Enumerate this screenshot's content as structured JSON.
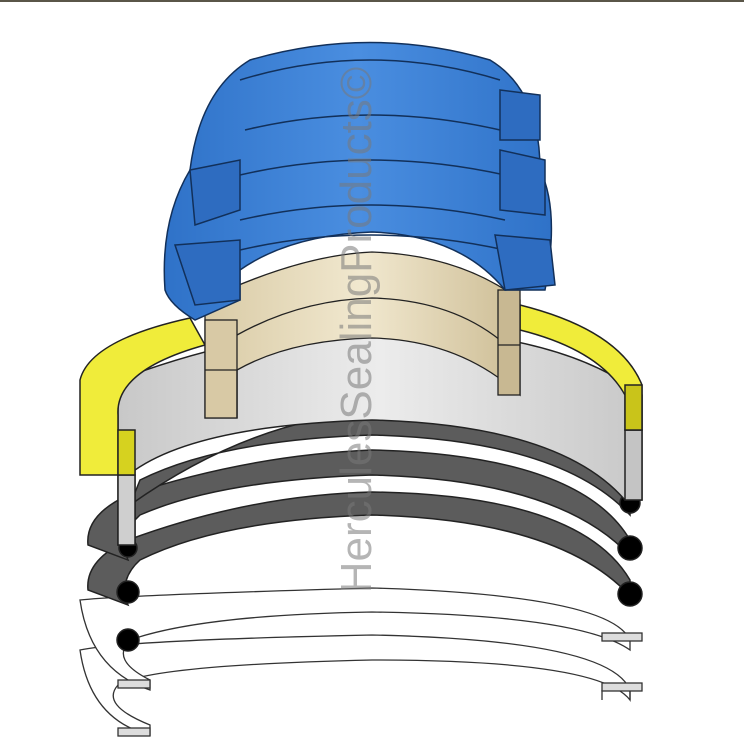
{
  "image": {
    "subject": "exploded seal assembly illustration",
    "watermark": "HerculesSealingProducts©",
    "components": [
      {
        "name": "blue-u-cup-seal-stack",
        "color": "#3a7fd5"
      },
      {
        "name": "tan-wear-ring-bushing",
        "color": "#e8dcc0"
      },
      {
        "name": "yellow-backup-ring",
        "color": "#f0ec3a"
      },
      {
        "name": "gray-gland-housing",
        "color": "#d4d4d4"
      },
      {
        "name": "black-o-rings",
        "color": "#555555"
      },
      {
        "name": "white-backup-washers",
        "color": "#ffffff"
      }
    ]
  }
}
